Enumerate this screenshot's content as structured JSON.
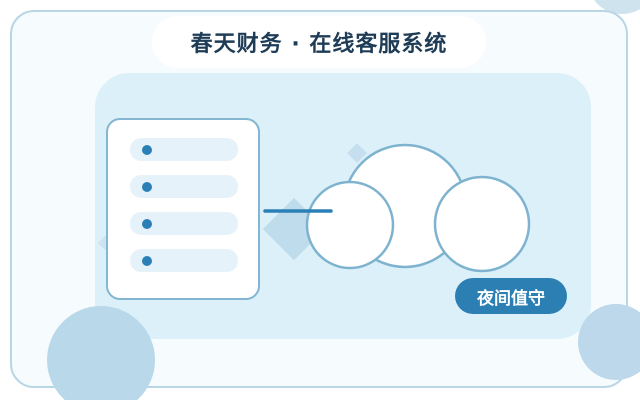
{
  "header": {
    "title": "春天财务 · 在线客服系统"
  },
  "illustration": {
    "document_icon": "document-list-icon",
    "cloud_icon": "cloud-icon",
    "list_rows": 4
  },
  "badge": {
    "label": "夜间值守"
  },
  "colors": {
    "accent": "#2b7fb3",
    "panel": "#dcf0fa",
    "frame_border": "#b9d6e6",
    "title_text": "#1f3c57",
    "circle": "#b9d8ea"
  }
}
